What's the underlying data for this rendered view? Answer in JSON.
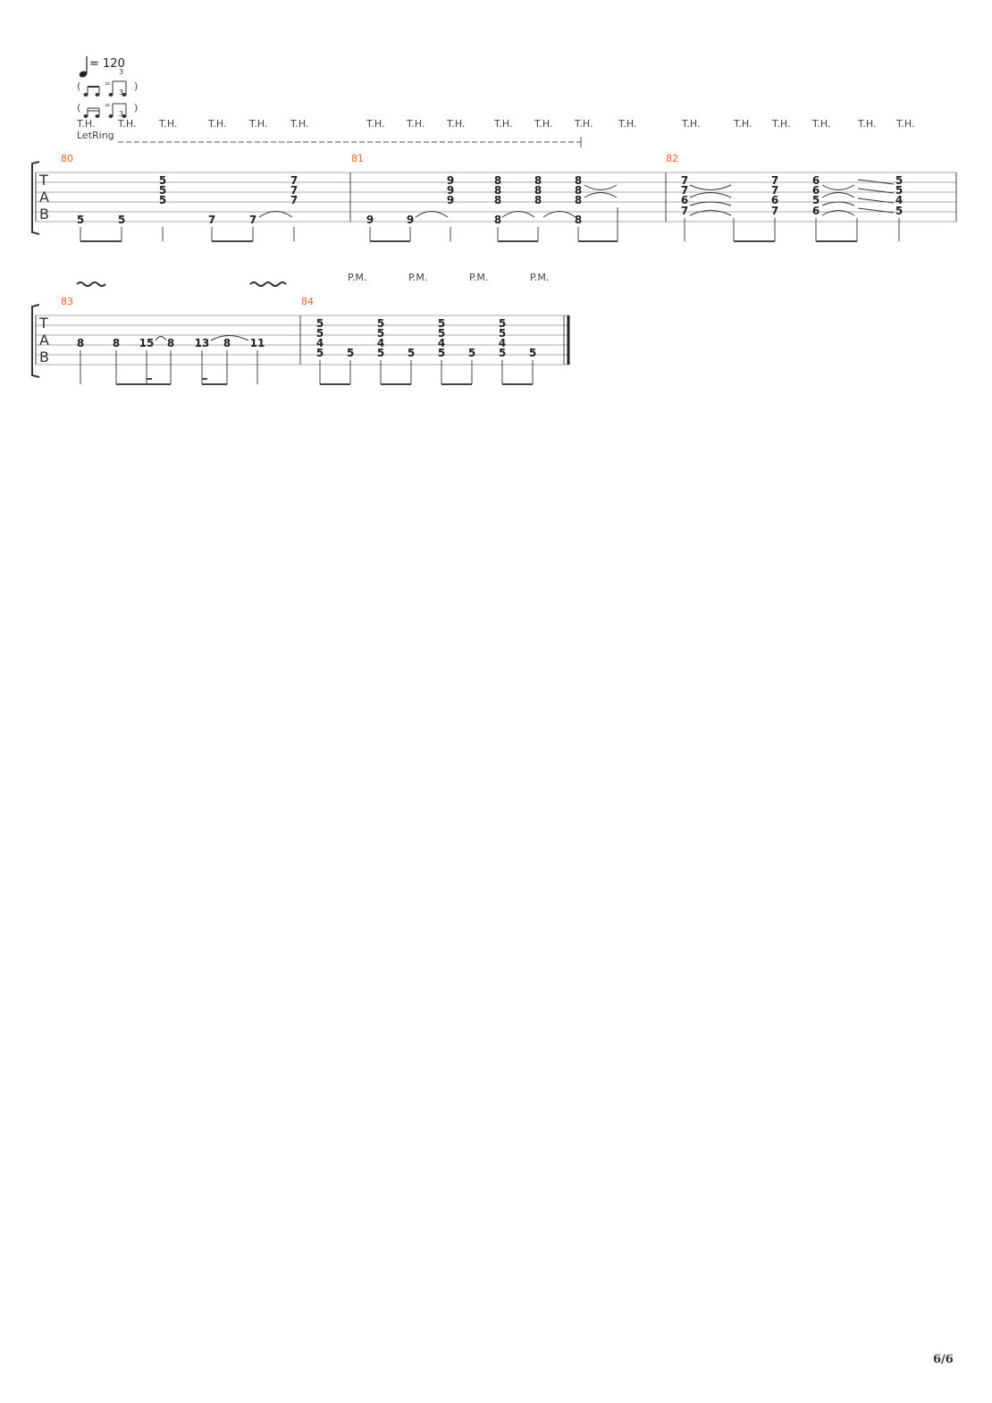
{
  "tempo": {
    "symbol": "♩",
    "value": "= 120"
  },
  "swing_rows": [
    "( ♫ = ♪♪ )",
    "( ♫ = ♪♪ )"
  ],
  "triplet_mark": "3",
  "tab_clef": [
    "T",
    "A",
    "B"
  ],
  "let_ring": "LetRing",
  "th_label": "T.H.",
  "pm_label": "P.M.",
  "page_number": "6/6",
  "system1": {
    "bars": [
      {
        "number": "80",
        "notes": [
          "5",
          "5",
          "5",
          "5",
          "5",
          "7",
          "7",
          "7",
          "7",
          "7"
        ]
      },
      {
        "number": "81",
        "notes": [
          "9",
          "9",
          "9",
          "9",
          "9",
          "8",
          "8",
          "8",
          "8",
          "8",
          "8",
          "8",
          "8",
          "8",
          "8",
          "8"
        ]
      },
      {
        "number": "82",
        "notes": [
          "7",
          "7",
          "6",
          "7",
          "7",
          "7",
          "6",
          "7",
          "6",
          "6",
          "5",
          "6",
          "5",
          "5",
          "4",
          "5"
        ]
      }
    ]
  },
  "system2": {
    "bars": [
      {
        "number": "83",
        "notes": [
          "8",
          "8",
          "15",
          "8",
          "13",
          "8",
          "11"
        ]
      },
      {
        "number": "84",
        "notes": [
          "5",
          "5",
          "4",
          "5",
          "5",
          "5",
          "5",
          "4",
          "5",
          "5",
          "5",
          "5",
          "4",
          "5",
          "5",
          "5",
          "5",
          "4",
          "5",
          "5"
        ]
      }
    ]
  }
}
